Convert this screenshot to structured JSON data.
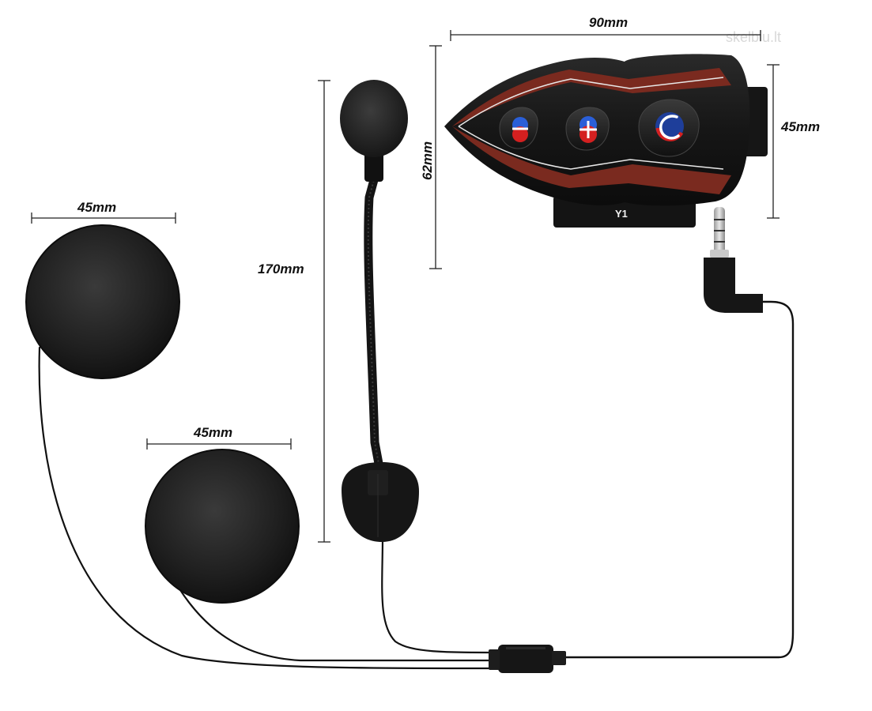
{
  "dimensions": {
    "device_width": "90mm",
    "device_height": "62mm",
    "device_depth": "45mm",
    "speaker_left_diameter": "45mm",
    "speaker_right_diameter": "45mm",
    "microphone_boom_length": "170mm"
  },
  "device": {
    "model_label": "Y1",
    "buttons": [
      {
        "name": "volume-down",
        "icon": "minus-icon"
      },
      {
        "name": "volume-up",
        "icon": "plus-icon"
      },
      {
        "name": "phone",
        "icon": "phone-icon"
      }
    ],
    "colors": {
      "body": "#1a1a1a",
      "trim": "#7a2a1f",
      "button_blue": "#2a5fd8",
      "button_red": "#d42020"
    }
  },
  "watermark": "skelbiu.lt"
}
